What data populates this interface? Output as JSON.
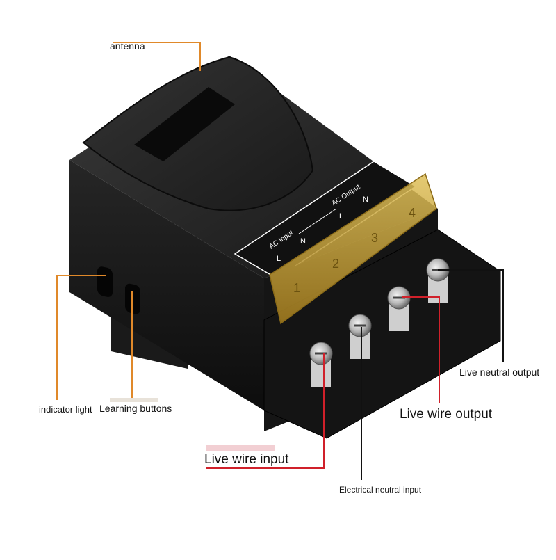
{
  "labels": {
    "antenna": "antenna",
    "indicator_light": "indicator light",
    "learning_buttons": "Learning buttons",
    "live_neutral_output": "Live neutral output",
    "live_wire_output": "Live wire output",
    "live_wire_input": "Live wire input",
    "electrical_neutral_input": "Electrical neutral input"
  },
  "terminal_block": {
    "input_title": "AC\nInput",
    "output_title": "AC\nOutput",
    "l": "L",
    "n": "N",
    "numbers": [
      "1",
      "2",
      "3",
      "4"
    ]
  },
  "colors": {
    "housing": "#1b1b1b",
    "cover": "#c9a13a",
    "leader_orange": "#e0892a",
    "leader_red": "#d0202a",
    "leader_black": "#111111"
  }
}
